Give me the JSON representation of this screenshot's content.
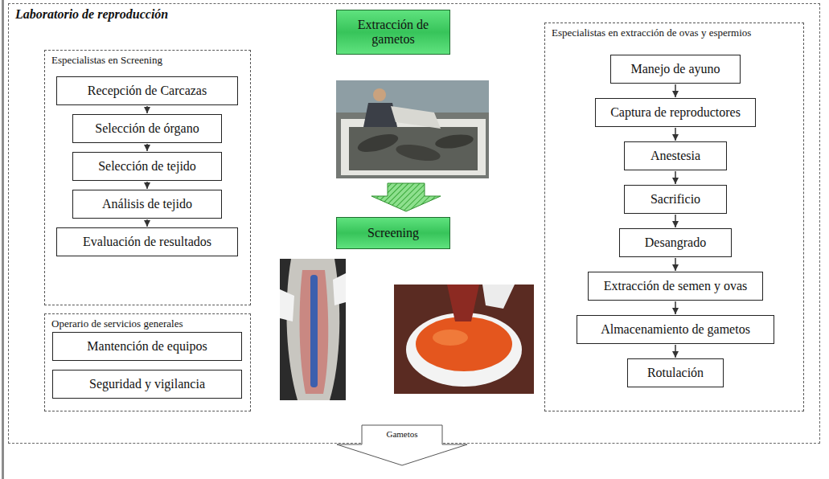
{
  "diagram": {
    "nodes": [
      {
        "text": [
          "Laboratorio de reproducción"
        ]
      },
      {
        "text": [
          "Especialistas en Screening"
        ],
        "in": 0
      },
      {
        "text": [
          "Recepción de Carcazas"
        ],
        "in": 1
      },
      {
        "text": [
          "Selección de órgano"
        ],
        "in": 1
      },
      {
        "text": [
          "Selección de tejido"
        ],
        "in": 1
      },
      {
        "text": [
          "Análisis de tejido"
        ],
        "in": 1
      },
      {
        "text": [
          "Evaluación de resultados"
        ],
        "in": 1
      },
      {
        "text": [
          "Operario de servicios generales"
        ],
        "in": 0
      },
      {
        "text": [
          "Mantención de equipos"
        ],
        "in": 7
      },
      {
        "text": [
          "Seguridad y vigilancia"
        ],
        "in": 7
      },
      {
        "text": [
          "Extracción de gametos"
        ],
        "in": 0
      },
      {
        "text": [
          "Screening"
        ],
        "in": 0
      },
      {
        "text": [
          "Especialistas en extracción de ovas y espermios"
        ],
        "in": 0
      },
      {
        "text": [
          "Manejo de ayuno"
        ],
        "in": 12
      },
      {
        "text": [
          "Captura de reproductores"
        ],
        "in": 12
      },
      {
        "text": [
          "Anestesia"
        ],
        "in": 12
      },
      {
        "text": [
          "Sacrificio"
        ],
        "in": 12
      },
      {
        "text": [
          "Desangrado"
        ],
        "in": 12
      },
      {
        "text": [
          "Extracción de semen y ovas"
        ],
        "in": 12
      },
      {
        "text": [
          "Almacenamiento de gametos"
        ],
        "in": 12
      },
      {
        "text": [
          "Rotulación"
        ],
        "in": 12
      },
      {
        "text": [
          "Gametos"
        ]
      }
    ],
    "edges": [
      {
        "from": 2,
        "to": 3,
        "arrow": "to"
      },
      {
        "from": 3,
        "to": 4,
        "arrow": "to"
      },
      {
        "from": 4,
        "to": 5,
        "arrow": "to"
      },
      {
        "from": 5,
        "to": 6,
        "arrow": "to"
      },
      {
        "from": 13,
        "to": 14,
        "arrow": "to"
      },
      {
        "from": 14,
        "to": 15,
        "arrow": "to"
      },
      {
        "from": 15,
        "to": 16,
        "arrow": "to"
      },
      {
        "from": 16,
        "to": 17,
        "arrow": "to"
      },
      {
        "from": 17,
        "to": 18,
        "arrow": "to"
      },
      {
        "from": 18,
        "to": 19,
        "arrow": "to"
      },
      {
        "from": 19,
        "to": 20,
        "arrow": "to"
      }
    ]
  }
}
